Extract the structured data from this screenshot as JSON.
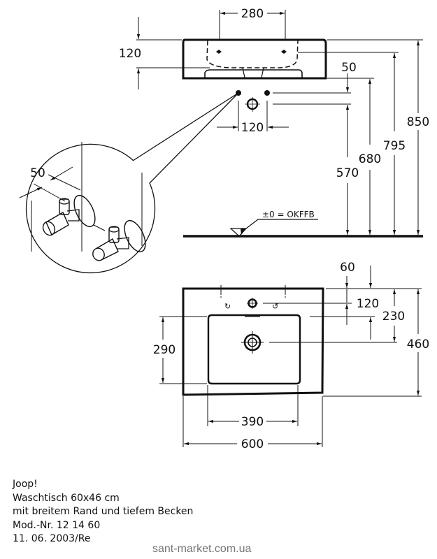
{
  "drawing": {
    "side_view": {
      "dims": {
        "tap_hole_spacing": "280",
        "rim_height": "120",
        "supply_offset": "50",
        "supply_spacing": "120",
        "supply_height": "570",
        "drain_height": "680",
        "fixing_height": "795",
        "rim_top_height": "850"
      },
      "floor_label": "±0 = OKFFB"
    },
    "detail": {
      "dims": {
        "valve_offset": "50"
      }
    },
    "top_view": {
      "dims": {
        "rim_to_tap": "60",
        "tap_to_basin": "120",
        "rim_to_drain": "230",
        "overall_depth": "460",
        "basin_depth": "290",
        "basin_width": "390",
        "overall_width": "600"
      }
    }
  },
  "caption": {
    "lines": [
      "Joop!",
      "Waschtisch 60x46 cm",
      "mit breitem Rand und tiefem Becken",
      "Mod.-Nr. 12 14 60",
      "11. 06. 2003/Re"
    ]
  },
  "watermark": "sant-market.com.ua"
}
